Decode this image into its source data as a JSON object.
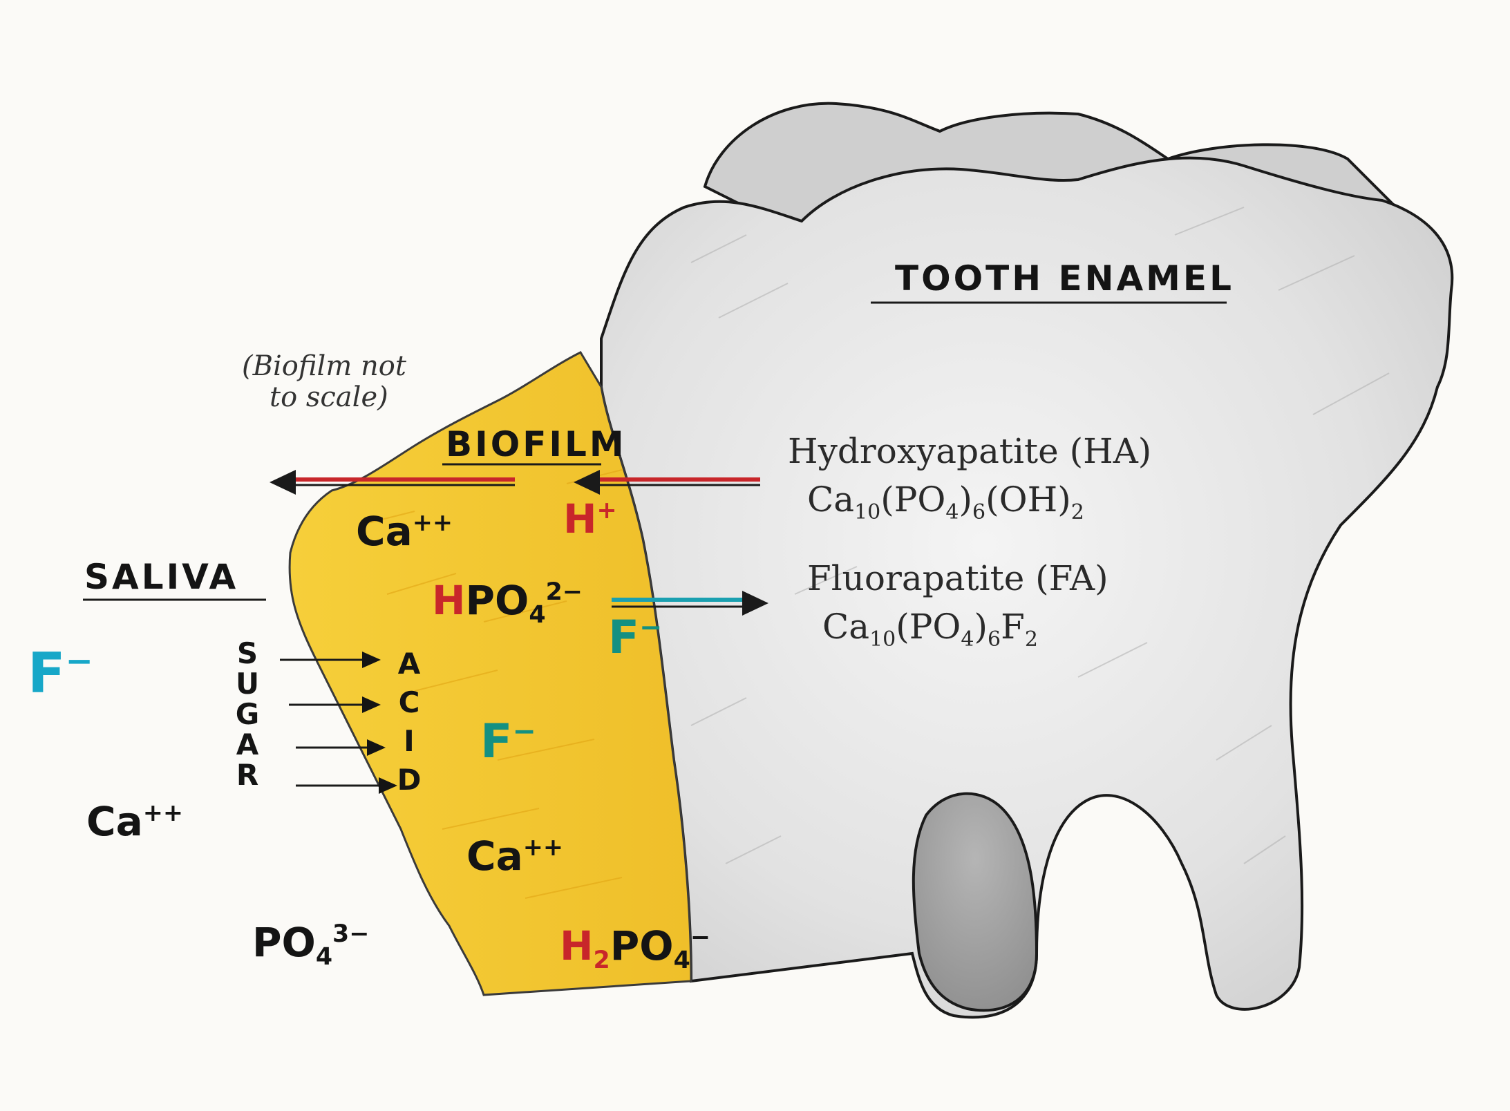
{
  "labels": {
    "tooth_enamel": "TOOTH ENAMEL",
    "biofilm": "BIOFILM",
    "biofilm_note_line1": "(Biofilm not",
    "biofilm_note_line2": "to scale)",
    "saliva": "SALIVA",
    "hydroxyapatite": "Hydroxyapatite (HA)",
    "fluorapatite": "Fluorapatite (FA)",
    "sugar": "SUGAR",
    "acid": "ACID"
  },
  "formulas": {
    "ha": {
      "ca": "Ca",
      "ca_n": "10",
      "po4": "(PO",
      "po4_n": "4",
      "close": ")",
      "po4_m": "6",
      "oh": "(OH)",
      "oh_n": "2"
    },
    "fa": {
      "ca": "Ca",
      "ca_n": "10",
      "po4": "(PO",
      "po4_n": "4",
      "close": ")",
      "po4_m": "6",
      "f": "F",
      "f_n": "2"
    }
  },
  "ions": {
    "ca": "Ca",
    "ca_charge": "++",
    "h": "H",
    "h_charge": "+",
    "hpo4_h": "H",
    "hpo4_po": "PO",
    "hpo4_n": "4",
    "hpo4_charge": "2−",
    "f": "F",
    "f_charge": "−",
    "h2po4_h": "H",
    "h2po4_n": "2",
    "h2po4_po": "PO",
    "h2po4_po_n": "4",
    "h2po4_charge": "−",
    "po4": "PO",
    "po4_n": "4",
    "po4_charge": "3−"
  },
  "colors": {
    "biofilm": "#f2c532",
    "enamel": "#e4e4e4",
    "red_ion": "#c8262a",
    "teal_ion": "#139082",
    "cyan_ion": "#17a7c8",
    "arrow_red": "#c8262a",
    "arrow_teal": "#1aa0b0"
  }
}
